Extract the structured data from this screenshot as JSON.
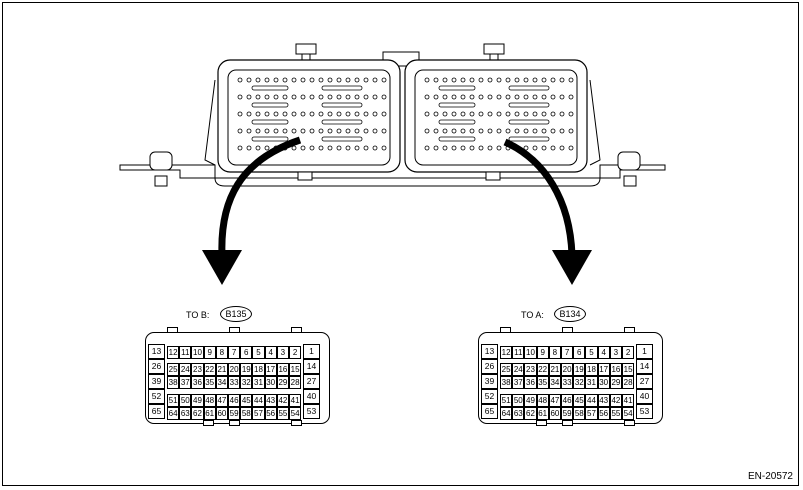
{
  "labels": {
    "left_prefix": "TO  B:",
    "left_code": "B135",
    "right_prefix": "TO  A:",
    "right_code": "B134",
    "figure_code": "EN-20572"
  },
  "connector": {
    "top_row": [
      "12",
      "11",
      "10",
      "9",
      "8",
      "7",
      "6",
      "5",
      "4",
      "3",
      "2"
    ],
    "row2": [
      "25",
      "24",
      "23",
      "22",
      "21",
      "20",
      "19",
      "18",
      "17",
      "16",
      "15"
    ],
    "row3": [
      "38",
      "37",
      "36",
      "35",
      "34",
      "33",
      "32",
      "31",
      "30",
      "29",
      "28"
    ],
    "row4": [
      "51",
      "50",
      "49",
      "48",
      "47",
      "46",
      "45",
      "44",
      "43",
      "42",
      "41"
    ],
    "row5": [
      "64",
      "63",
      "62",
      "61",
      "60",
      "59",
      "58",
      "57",
      "56",
      "55",
      "54"
    ],
    "left_col": [
      "13",
      "26",
      "39",
      "52",
      "65"
    ],
    "right_col": [
      "1",
      "14",
      "27",
      "40",
      "53"
    ]
  }
}
